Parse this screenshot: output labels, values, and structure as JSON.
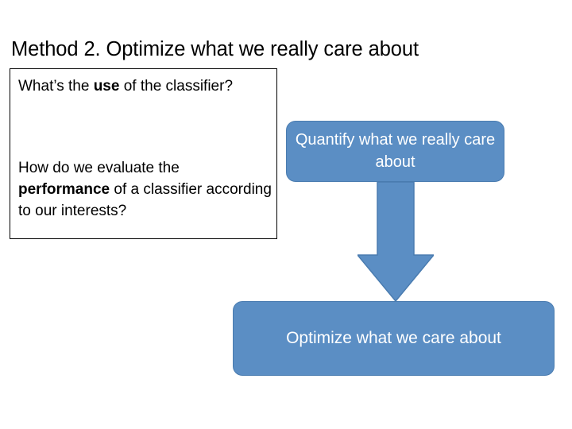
{
  "slide": {
    "title": "Method 2. Optimize what we really care about",
    "question_box": {
      "paragraph_1_prefix": "What’s the ",
      "paragraph_1_bold": "use",
      "paragraph_1_suffix": " of the classifier?",
      "paragraph_2_prefix": "How do we evaluate the ",
      "paragraph_2_bold": "performance",
      "paragraph_2_suffix": " of a classifier according to our interests?"
    },
    "quantify_box_label": "Quantify what we really care about",
    "optimize_box_label": "Optimize what we care about",
    "arrow": "down-arrow-icon",
    "colors": {
      "box_fill": "#5b8ec4",
      "box_border": "#4a7cb0",
      "text": "#000000",
      "box_text": "#ffffff",
      "background": "#ffffff"
    }
  }
}
